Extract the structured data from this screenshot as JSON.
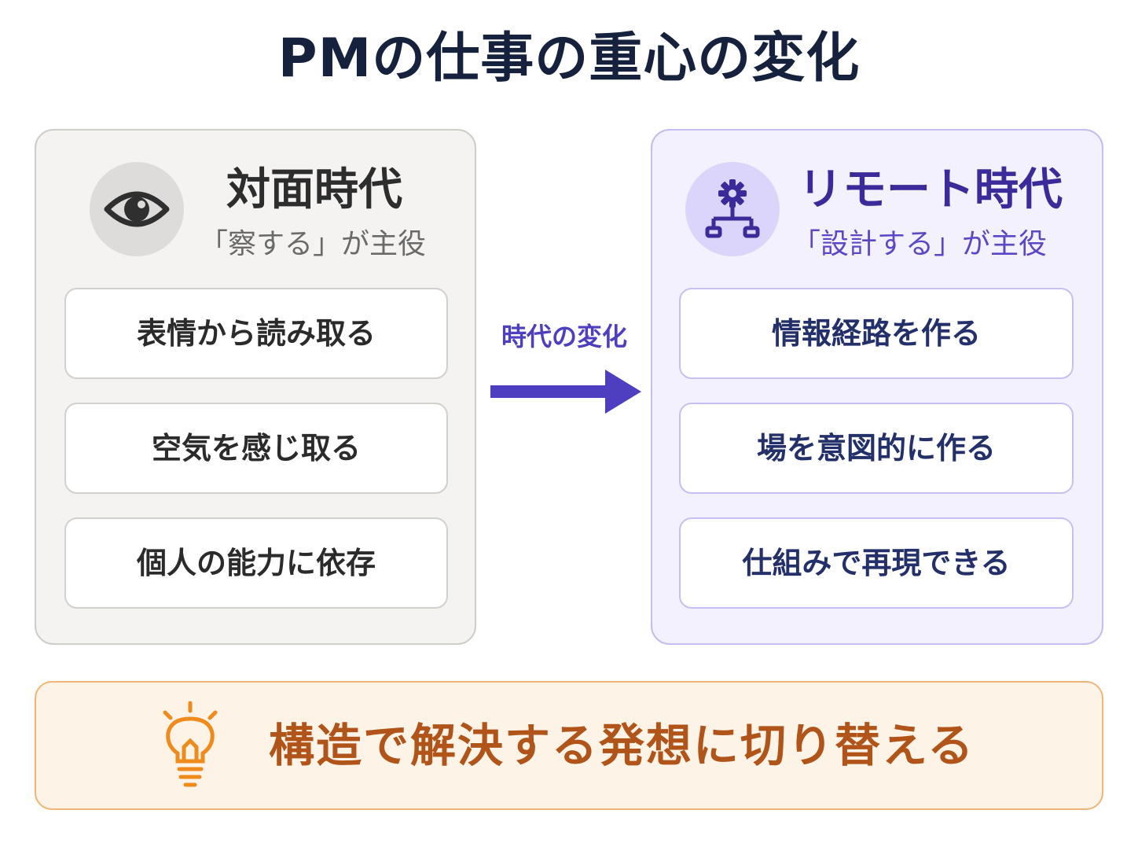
{
  "title": "PMの仕事の重心の変化",
  "left_panel": {
    "icon": "eye-icon",
    "title": "対面時代",
    "subtitle": "「察する」が主役",
    "items": [
      "表情から読み取る",
      "空気を感じ取る",
      "個人の能力に依存"
    ]
  },
  "transition": {
    "label": "時代の変化",
    "icon": "arrow-right-icon"
  },
  "right_panel": {
    "icon": "gear-network-icon",
    "title": "リモート時代",
    "subtitle": "「設計する」が主役",
    "items": [
      "情報経路を作る",
      "場を意図的に作る",
      "仕組みで再現できる"
    ]
  },
  "conclusion": {
    "icon": "lightbulb-icon",
    "text": "構造で解決する発想に切り替える"
  },
  "colors": {
    "title": "#16213d",
    "left_accent": "#2d2d2d",
    "right_accent": "#3b2b9a",
    "arrow": "#4d3fc0",
    "conclusion": "#b1541a"
  }
}
